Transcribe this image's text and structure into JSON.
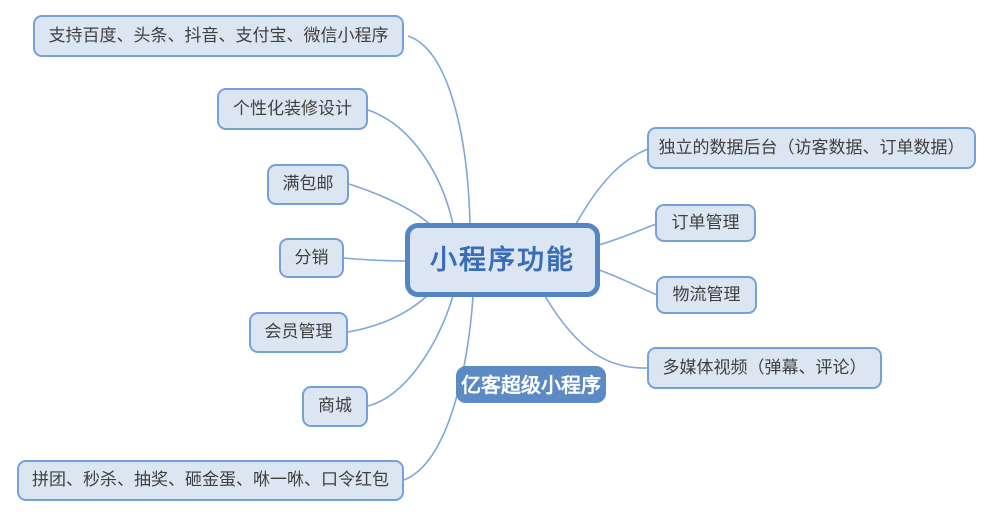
{
  "diagram": {
    "type": "mindmap",
    "central_topic": {
      "label": "小程序功能"
    },
    "floating_label": {
      "label": "亿客超级小程序"
    },
    "left_topics": [
      {
        "label": "支持百度、头条、抖音、支付宝、微信小程序"
      },
      {
        "label": "个性化装修设计"
      },
      {
        "label": "满包邮"
      },
      {
        "label": "分销"
      },
      {
        "label": "会员管理"
      },
      {
        "label": "商城"
      },
      {
        "label": "拼团、秒杀、抽奖、砸金蛋、咻一咻、口令红包"
      }
    ],
    "right_topics": [
      {
        "label": "独立的数据后台（访客数据、订单数据）"
      },
      {
        "label": "订单管理"
      },
      {
        "label": "物流管理"
      },
      {
        "label": "多媒体视频（弹幕、评论）"
      }
    ],
    "colors": {
      "background": "#ffffff",
      "node_fill": "#dce6f2",
      "node_border": "#74a2d8",
      "node_text": "#404040",
      "central_border": "#5585c5",
      "central_text": "#3a6db8",
      "connector": "#7fa7d9",
      "label_fill": "#5b8ac5",
      "label_text": "#ffffff"
    }
  }
}
